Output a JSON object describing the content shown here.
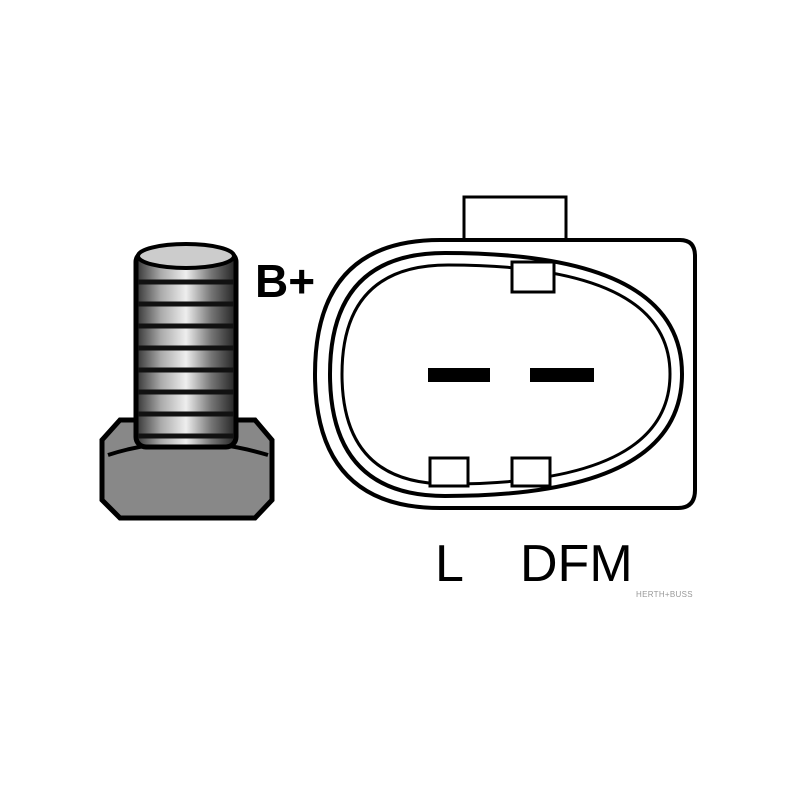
{
  "labels": {
    "b_plus": "B+",
    "l": "L",
    "dfm": "DFM"
  },
  "watermark": "HERTH+BUSS"
}
